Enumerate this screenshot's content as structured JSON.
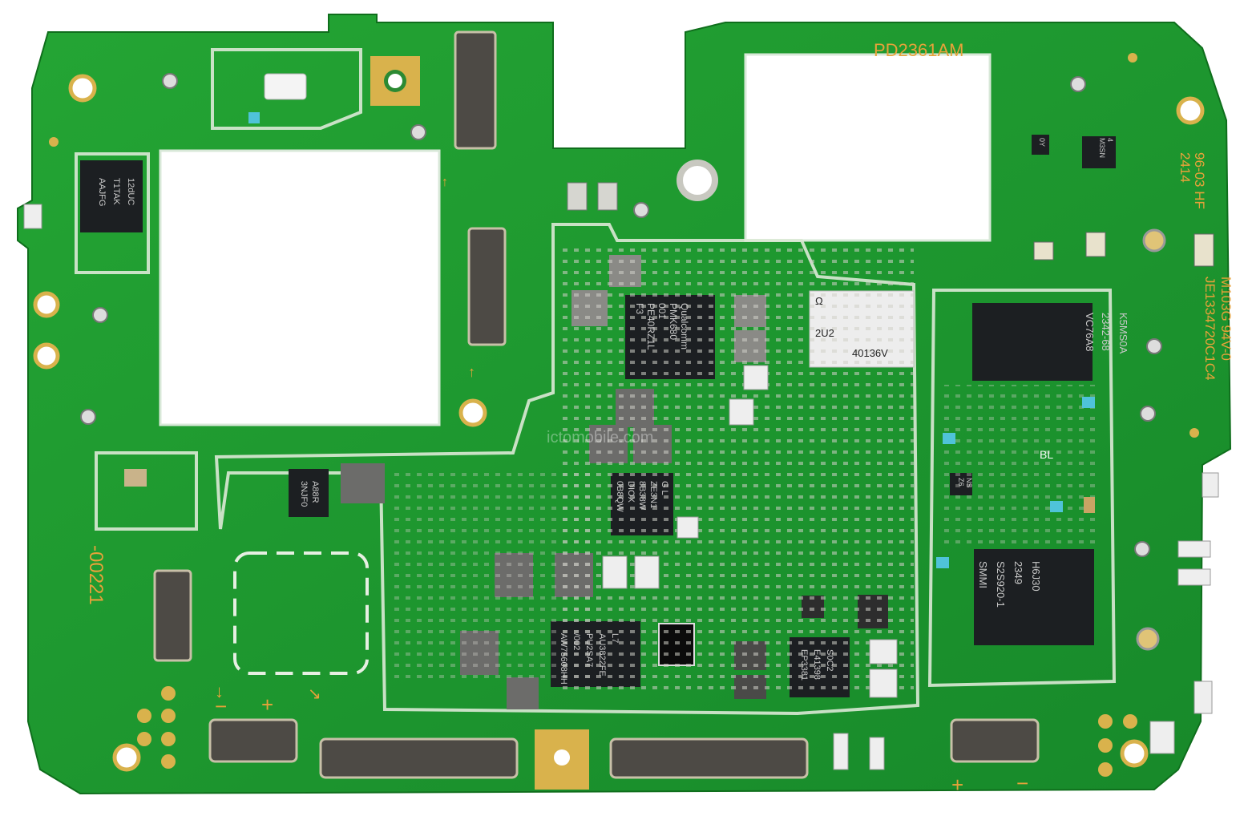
{
  "colors": {
    "background": "#ffffff",
    "board": "#1f9a2e",
    "board_dark": "#157a22",
    "trace_outline": "#d8e8d8",
    "gold": "#d9b24c",
    "silkscreen_orange": "#e7a23a",
    "chip_black": "#1c1f22",
    "passive_gray": "#b9b9b3",
    "capacitor_tan": "#c9b38a",
    "cyan": "#4fc3d9"
  },
  "board": {
    "model_label": "PD2361AM",
    "right_edge_lines": [
      "96-03 HF",
      "2414"
    ],
    "right_edge_lines_2": [
      "M103G 94V-0",
      "JE1334720C1C4"
    ],
    "left_edge_label": "-00221",
    "bottom_left_polarity": [
      "↓",
      "−",
      "+",
      "↘"
    ],
    "bottom_right_polarity": [
      "+",
      "−"
    ],
    "inline_marks": [
      "↑",
      "↑",
      "BL"
    ]
  },
  "chips": {
    "pmic_qualcomm": [
      "Qualcomm",
      "PMK680",
      "001",
      "PE40RZ1L",
      "F3"
    ],
    "rf_module": [
      "Ω",
      "2U2",
      "40136V"
    ],
    "memory_top": [
      "VC76A8",
      "2342-68",
      "K5MS0A"
    ],
    "memory_bottom": [
      "SMMI",
      "S2S920-1",
      "2349",
      "H6J30"
    ],
    "left_sensor": [
      "12dUC",
      "T1TAK",
      "AAJFG"
    ],
    "bottom_chip_1": [
      "AW75608HH",
      "/002",
      "PU2SA7",
      "AU3822FE",
      "L7"
    ],
    "bottom_chip_2": [
      "EP3381",
      "E41398",
      "S0C2"
    ],
    "center_chip": [
      "0B8QW",
      "DIOX",
      "8B38W",
      "ZE3N1",
      "G L"
    ],
    "small_chip_left": [
      "3NJF0",
      "A88R"
    ],
    "small_chip_top_right": [
      "M3SN",
      "4"
    ],
    "small_chip_top_right_2": [
      "0Y"
    ],
    "right_small": [
      "Z6",
      "NS"
    ]
  },
  "watermark": "ictomobile.com"
}
